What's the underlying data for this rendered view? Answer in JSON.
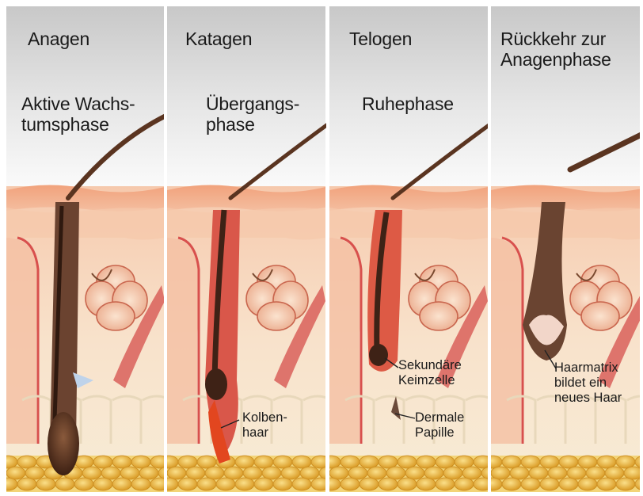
{
  "panels": [
    {
      "title": "Anagen",
      "subtitle": "Aktive Wachs-\ntumsphase"
    },
    {
      "title": "Katagen",
      "subtitle": "Übergangs-\nphase",
      "callout": "Kolben-\nhaar"
    },
    {
      "title": "Telogen",
      "subtitle": "Ruhephase",
      "callouts": [
        "Sekundäre\nKeimzelle",
        "Dermale\nPapille"
      ]
    },
    {
      "title": "Rückkehr zur\nAnagenphase",
      "callout": "Haarmatrix\nbildet ein\nneues Haar"
    }
  ],
  "colors": {
    "sky_top": "#c9c9c9",
    "skin": "#f3b596",
    "dermis": "#f6d9c0",
    "hypodermis": "#f7ead0",
    "fat": "#e9b53a",
    "hair": "#5a3420",
    "muscle": "#d9605a",
    "divider": "#ffffff"
  }
}
